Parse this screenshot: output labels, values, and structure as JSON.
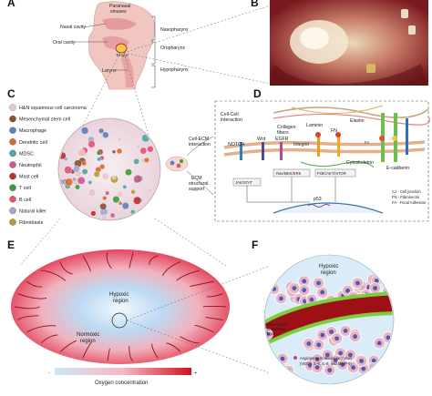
{
  "panels": {
    "a": "A",
    "b": "B",
    "c": "C",
    "d": "D",
    "e": "E",
    "f": "F"
  },
  "anatomy": {
    "paranasal": [
      "Paranasal",
      "sinuses"
    ],
    "nasal_cavity": "Nasal cavity",
    "oral_cavity": "Oral cavity",
    "tongue": "Tongue",
    "larynx": "Larynx",
    "nasopharynx": "Nasopharynx",
    "oropharynx": "Oropharynx",
    "hypopharynx": "Hypopharynx"
  },
  "legend": [
    {
      "label": "H&N squamous cell carcinoma",
      "color": "#e9c7c9"
    },
    {
      "label": "Mesenchymal stem cell",
      "color": "#8a4f37"
    },
    {
      "label": "Macrophage",
      "color": "#5f7fb6"
    },
    {
      "label": "Dendritic cell",
      "color": "#d66b2f"
    },
    {
      "label": "MDSC",
      "color": "#4fa6a6"
    },
    {
      "label": "Neutrophil",
      "color": "#c95b8f"
    },
    {
      "label": "Mast cell",
      "color": "#b8322e"
    },
    {
      "label": "T cell",
      "color": "#3b9a3b"
    },
    {
      "label": "B cell",
      "color": "#e2527c"
    },
    {
      "label": "Natural killer",
      "color": "#9fa8cf"
    },
    {
      "label": "Fibroblasts",
      "color": "#b89a3a"
    }
  ],
  "ecm": {
    "cell_ecm": [
      "Cell-ECM",
      "interaction"
    ],
    "ecm_support": [
      "ECM",
      "structural",
      "support"
    ]
  },
  "panel_d": {
    "cell_cell": [
      "Cell-Cell",
      "interaction"
    ],
    "collagen": [
      "Collagen",
      "fibers"
    ],
    "laminin": "Laminin",
    "elastin": "Elastin",
    "fn": "FN",
    "integrin": "Integrin",
    "notch": "NOTCH",
    "wnt": "Wnt",
    "egfr": "EGFR",
    "cytoskeleton": "Cytoskeleton",
    "e_cadherin": "E-cadherin",
    "jak": "JAK/STAT",
    "ras": "Ras/MEK/ERK",
    "pi3k": "PI3K/AKT/mTOR",
    "p53": "p53",
    "key": [
      "CJ - Cell junction",
      "FN - Fibronectin",
      "FA - Focal Adhesion"
    ],
    "fa": "FA"
  },
  "panel_e": {
    "hypoxic": [
      "Hypoxic",
      "region"
    ],
    "normoxic": [
      "Normoxic",
      "region"
    ],
    "oxygen": "Oxygen concentration",
    "oxygen_minus": "-",
    "oxygen_plus": "+"
  },
  "panel_f": {
    "hypoxic": [
      "Hypoxic",
      "region"
    ],
    "fenestrated": [
      "Fenestrated",
      "endothelial",
      "layer"
    ],
    "angiogenic": [
      "Angiogenic molecule secretion",
      "(VEGF, IL-6, IL-8, and MMP-9)"
    ]
  },
  "colors": {
    "tumor_center": "#d8e8f8",
    "tumor_edge": "#e63a4f",
    "vessel": "#9c1016",
    "endothelium": "#7ccf3a",
    "cell_membrane": "#ffffff",
    "oxygen_low": "#cde6f7",
    "oxygen_high": "#d0121f"
  }
}
